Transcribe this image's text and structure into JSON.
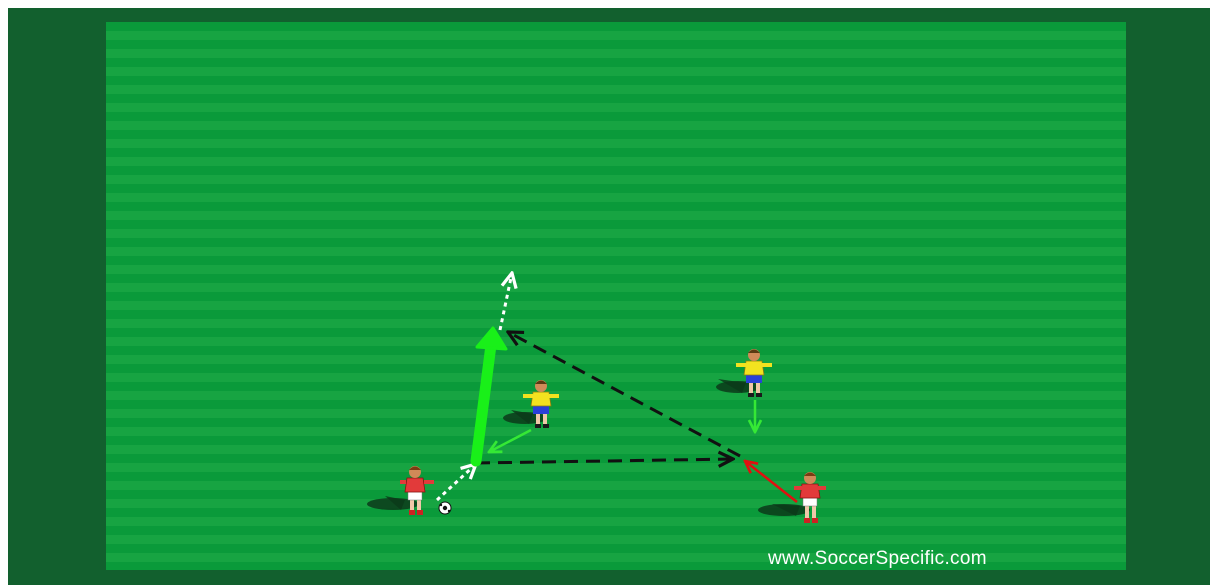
{
  "diagram": {
    "players": [
      {
        "team": "red",
        "role": "passer",
        "has_ball": true
      },
      {
        "team": "red",
        "role": "receiver",
        "has_ball": false
      },
      {
        "team": "yellow",
        "role": "defender",
        "has_ball": false
      },
      {
        "team": "yellow",
        "role": "defender",
        "has_ball": false
      }
    ],
    "arrows": [
      {
        "kind": "run",
        "style": "white-dotted"
      },
      {
        "kind": "run",
        "style": "white-dotted"
      },
      {
        "kind": "pass",
        "style": "black-dashed"
      },
      {
        "kind": "pass",
        "style": "black-dashed"
      },
      {
        "kind": "dribble",
        "style": "thick-green"
      },
      {
        "kind": "movement",
        "style": "red-solid"
      },
      {
        "kind": "movement",
        "style": "green-solid"
      },
      {
        "kind": "movement",
        "style": "green-solid"
      }
    ],
    "colors": {
      "pitch_stripe_dark": "#0a9a3a",
      "pitch_stripe_light": "#17a442",
      "surround": "#12602e",
      "run_arrow": "#ffffff",
      "pass_arrow": "#111111",
      "dribble_arrow": "#19f019",
      "movement_arrow_red": "#e01010",
      "movement_arrow_green": "#35e835",
      "red_team_shirt": "#e23a3a",
      "yellow_team_shirt": "#f3e21f"
    }
  },
  "watermark": "www.SoccerSpecific.com"
}
